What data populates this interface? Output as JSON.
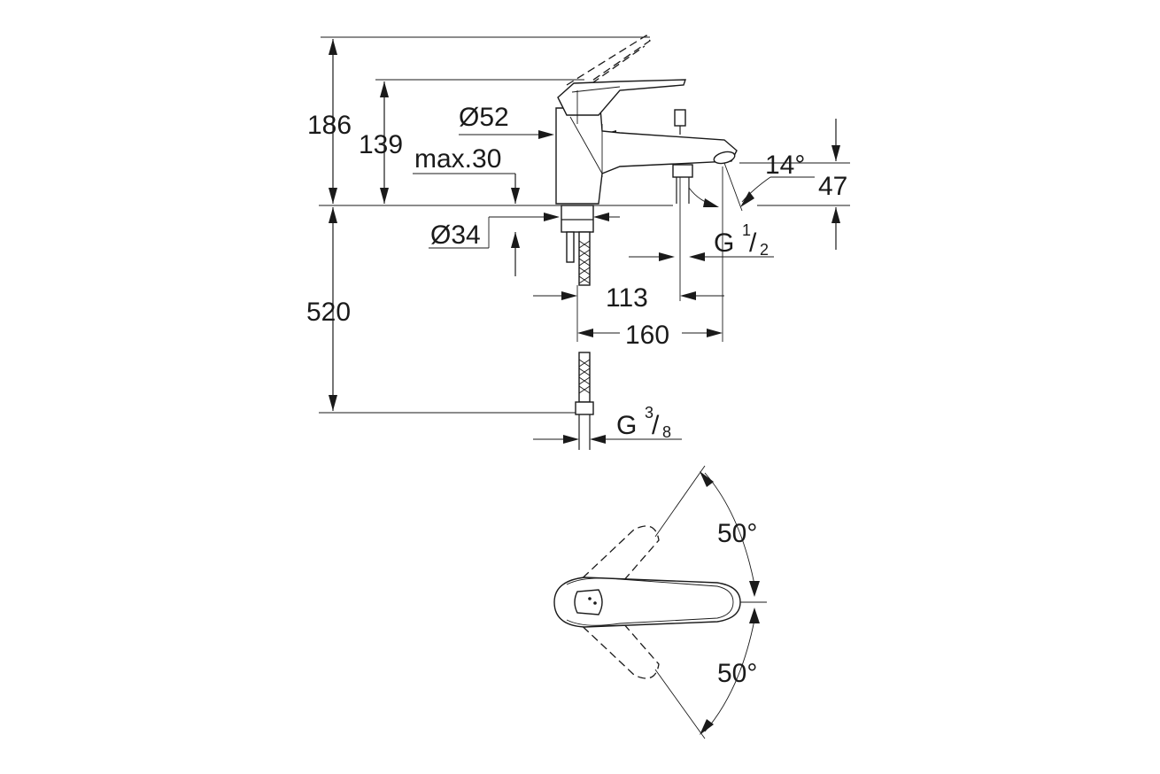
{
  "dimensions": {
    "total_height": "186",
    "handle_height": "139",
    "max_thickness": "max.30",
    "body_diameter": "Ø52",
    "shank_diameter": "Ø34",
    "spout_angle": "14°",
    "spout_height": "47",
    "outlet_thread_main": "G",
    "outlet_thread_num": "1",
    "outlet_thread_den": "2",
    "reach_inner": "113",
    "reach_outer": "160",
    "below_deck": "520",
    "hose_thread_main": "G",
    "hose_thread_num": "3",
    "hose_thread_den": "8",
    "rotation_upper": "50°",
    "rotation_lower": "50°"
  },
  "colors": {
    "line": "#1a1a1a",
    "background": "#ffffff"
  }
}
